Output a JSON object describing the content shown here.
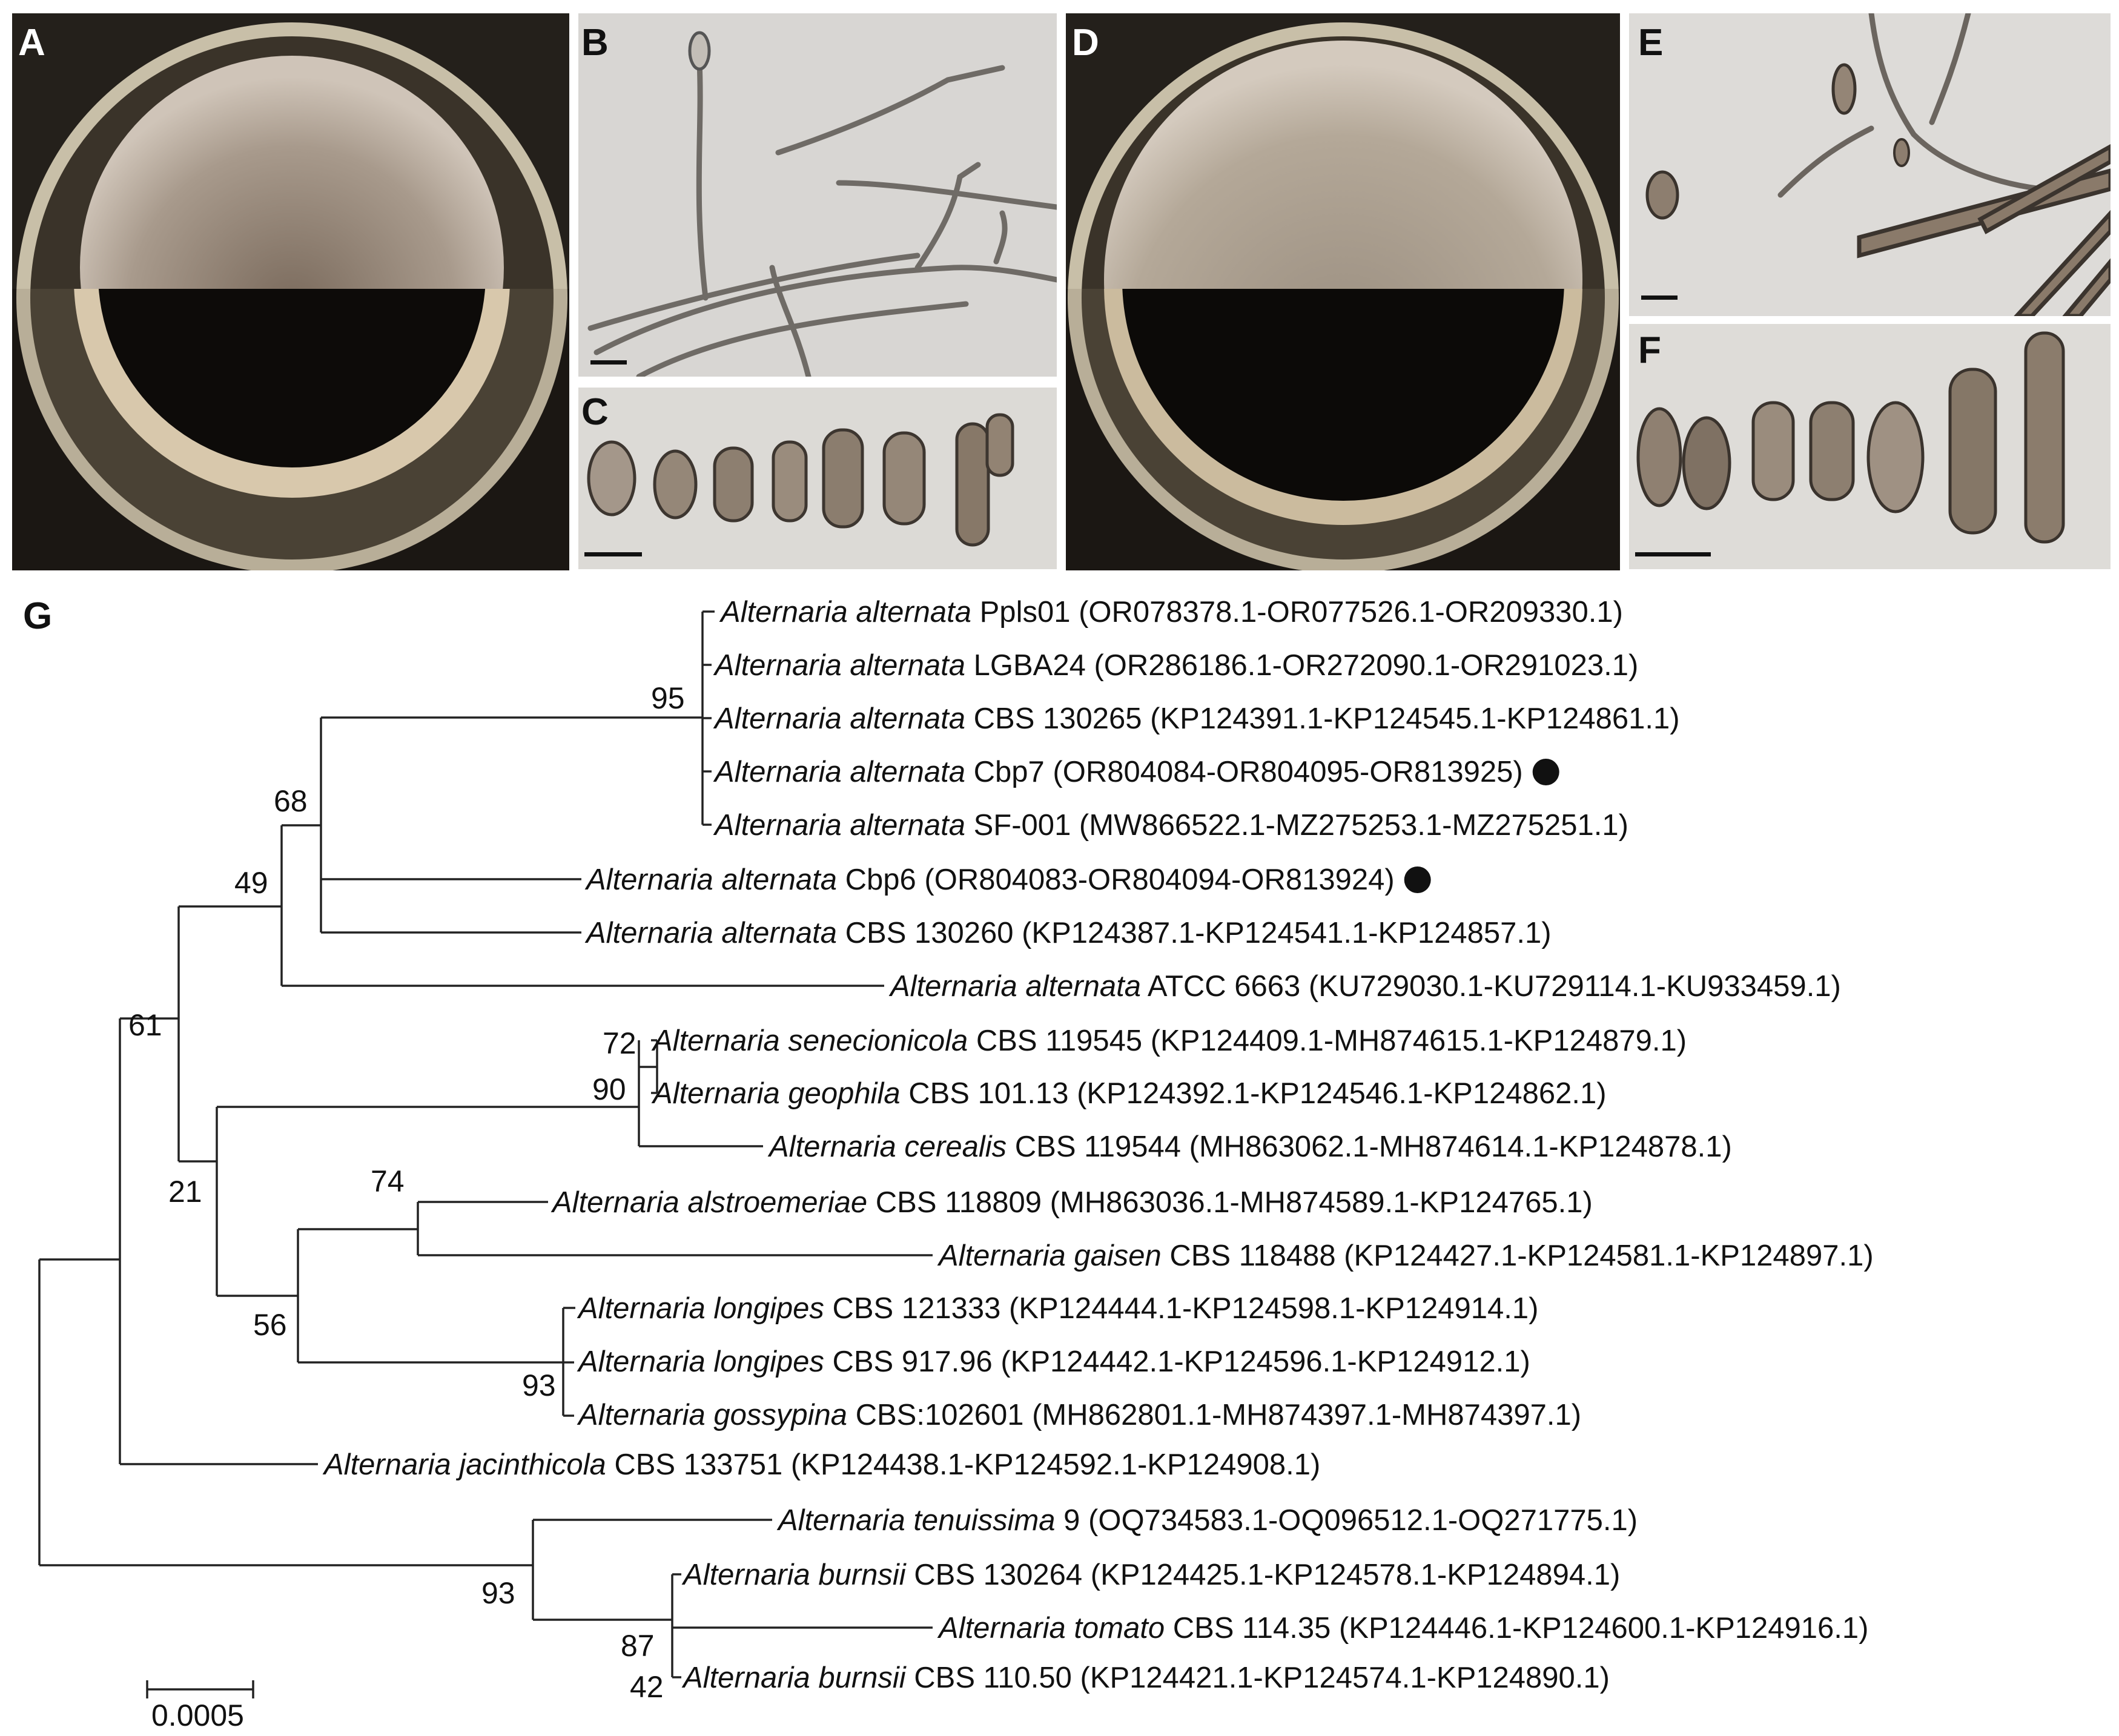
{
  "panels": {
    "A": {
      "label": "A"
    },
    "B": {
      "label": "B"
    },
    "C": {
      "label": "C"
    },
    "D": {
      "label": "D"
    },
    "E": {
      "label": "E"
    },
    "F": {
      "label": "F"
    },
    "G": {
      "label": "G"
    }
  },
  "tree": {
    "scale_label": "0.0005",
    "leaves": [
      {
        "genus": "Alternaria",
        "species": "alternata",
        "strain": "Ppls01",
        "accessions": "(OR078378.1-OR077526.1-OR209330.1)",
        "marked": false
      },
      {
        "genus": "Alternaria",
        "species": "alternata",
        "strain": "LGBA24",
        "accessions": "(OR286186.1-OR272090.1-OR291023.1)",
        "marked": false
      },
      {
        "genus": "Alternaria",
        "species": "alternata",
        "strain": "CBS 130265",
        "accessions": "(KP124391.1-KP124545.1-KP124861.1)",
        "marked": false
      },
      {
        "genus": "Alternaria",
        "species": "alternata",
        "strain": "Cbp7",
        "accessions": "(OR804084-OR804095-OR813925)",
        "marked": true
      },
      {
        "genus": "Alternaria",
        "species": "alternata",
        "strain": "SF-001",
        "accessions": "(MW866522.1-MZ275253.1-MZ275251.1)",
        "marked": false
      },
      {
        "genus": "Alternaria",
        "species": "alternata",
        "strain": "Cbp6",
        "accessions": "(OR804083-OR804094-OR813924)",
        "marked": true
      },
      {
        "genus": "Alternaria",
        "species": "alternata",
        "strain": "CBS 130260",
        "accessions": "(KP124387.1-KP124541.1-KP124857.1)",
        "marked": false
      },
      {
        "genus": "Alternaria",
        "species": "alternata",
        "strain": "ATCC 6663",
        "accessions": "(KU729030.1-KU729114.1-KU933459.1)",
        "marked": false
      },
      {
        "genus": "Alternaria",
        "species": "senecionicola",
        "strain": "CBS 119545",
        "accessions": "(KP124409.1-MH874615.1-KP124879.1)",
        "marked": false
      },
      {
        "genus": "Alternaria",
        "species": "geophila",
        "strain": "CBS 101.13",
        "accessions": "(KP124392.1-KP124546.1-KP124862.1)",
        "marked": false
      },
      {
        "genus": "Alternaria",
        "species": "cerealis",
        "strain": "CBS 119544",
        "accessions": "(MH863062.1-MH874614.1-KP124878.1)",
        "marked": false
      },
      {
        "genus": "Alternaria",
        "species": "alstroemeriae",
        "strain": "CBS 118809",
        "accessions": "(MH863036.1-MH874589.1-KP124765.1)",
        "marked": false
      },
      {
        "genus": "Alternaria",
        "species": "gaisen",
        "strain": "CBS 118488",
        "accessions": "(KP124427.1-KP124581.1-KP124897.1)",
        "marked": false
      },
      {
        "genus": "Alternaria",
        "species": "longipes",
        "strain": "CBS 121333",
        "accessions": "(KP124444.1-KP124598.1-KP124914.1)",
        "marked": false
      },
      {
        "genus": "Alternaria",
        "species": "longipes",
        "strain": "CBS 917.96",
        "accessions": "(KP124442.1-KP124596.1-KP124912.1)",
        "marked": false
      },
      {
        "genus": "Alternaria",
        "species": "gossypina",
        "strain": "CBS:102601",
        "accessions": "(MH862801.1-MH874397.1-MH874397.1)",
        "marked": false
      },
      {
        "genus": "Alternaria",
        "species": "jacinthicola",
        "strain": "CBS 133751",
        "accessions": "(KP124438.1-KP124592.1-KP124908.1)",
        "marked": false
      },
      {
        "genus": "Alternaria",
        "species": "tenuissima",
        "strain": "9",
        "accessions": "(OQ734583.1-OQ096512.1-OQ271775.1)",
        "marked": false
      },
      {
        "genus": "Alternaria",
        "species": "burnsii",
        "strain": "CBS 130264",
        "accessions": "(KP124425.1-KP124578.1-KP124894.1)",
        "marked": false
      },
      {
        "genus": "Alternaria",
        "species": "tomato",
        "strain": "CBS 114.35",
        "accessions": "(KP124446.1-KP124600.1-KP124916.1)",
        "marked": false
      },
      {
        "genus": "Alternaria",
        "species": "burnsii",
        "strain": "CBS 110.50",
        "accessions": "(KP124421.1-KP124574.1-KP124890.1)",
        "marked": false
      }
    ],
    "support_values": [
      "95",
      "68",
      "49",
      "61",
      "72",
      "90",
      "21",
      "74",
      "56",
      "93",
      "93",
      "87",
      "42"
    ]
  },
  "colors": {
    "petri_dark": "#1a1612",
    "mycelium": "#8f8276",
    "microscope_bg": "#d9d7d4"
  }
}
